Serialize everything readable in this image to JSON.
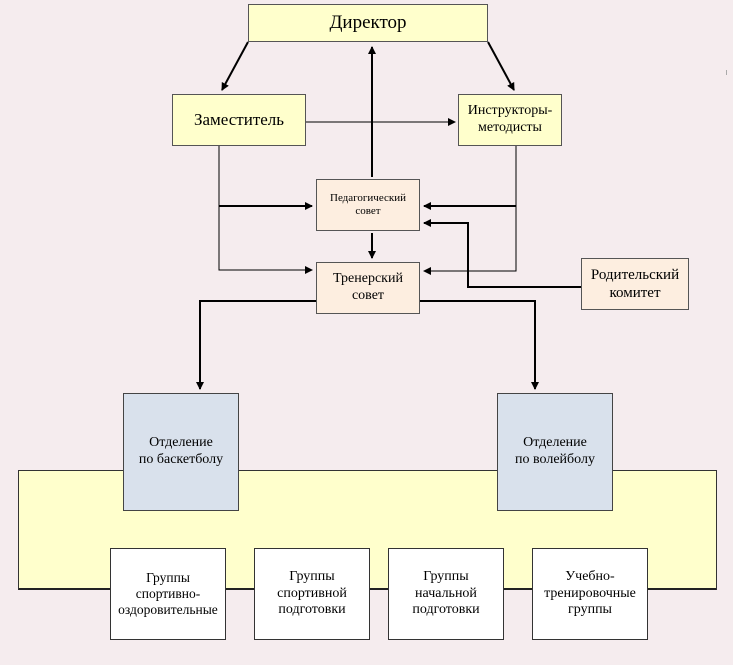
{
  "director": "Директор",
  "deputy": "Заместитель",
  "instructors": "Инструкторы-\nметодисты",
  "pedagogical_council": "Педагогический\nсовет",
  "coaching_council": "Тренерский\nсовет",
  "parent_committee": "Родительский\nкомитет",
  "basketball_department": "Отделение\nпо баскетболу",
  "volleyball_department": "Отделение\nпо волейболу",
  "groups": [
    "Группы\nспортивно-\nоздоровительные",
    "Группы\nспортивной\nподготовки",
    "Группы\nначальной\nподготовки",
    "Учебно-\nтренировочные\nгруппы"
  ],
  "colors": {
    "background": "#f5ecee",
    "management_fill": "#ffffcc",
    "council_fill": "#fdeee0",
    "department_fill": "#d9e1ec",
    "group_fill": "#ffffff"
  }
}
